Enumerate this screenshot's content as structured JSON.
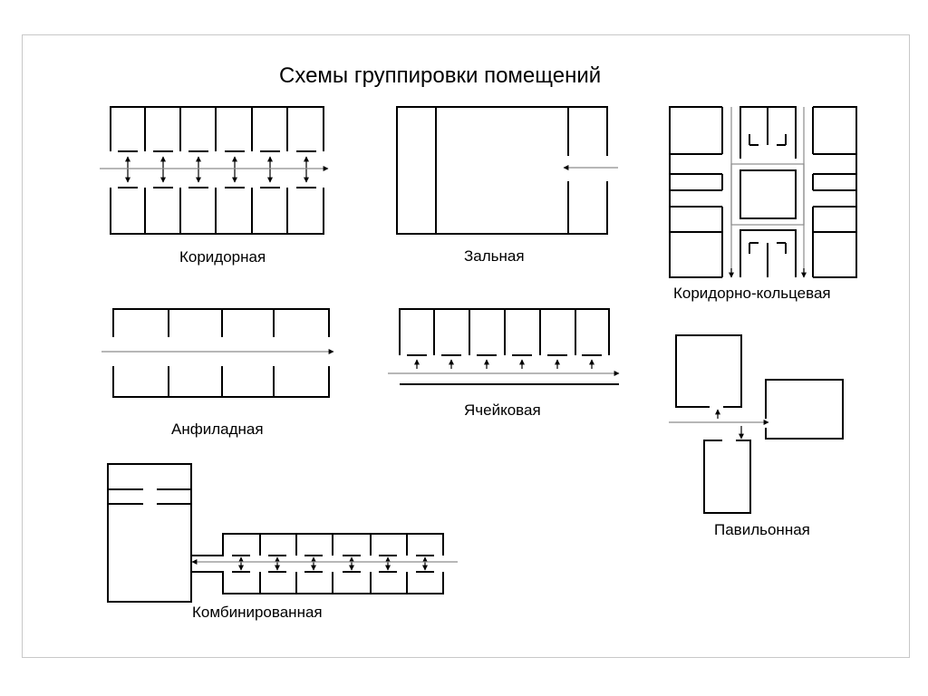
{
  "title": "Схемы группировки помещений",
  "schemes": {
    "corridor": "Коридорная",
    "hall": "Зальная",
    "corridor_ring": "Коридорно-кольцевая",
    "enfilade": "Анфиладная",
    "cellular": "Ячейковая",
    "pavilion": "Павильонная",
    "combined": "Комбинированная"
  },
  "colors": {
    "line": "#000000",
    "frame": "#c8c8c8",
    "corridor": "#8c8c8c"
  }
}
